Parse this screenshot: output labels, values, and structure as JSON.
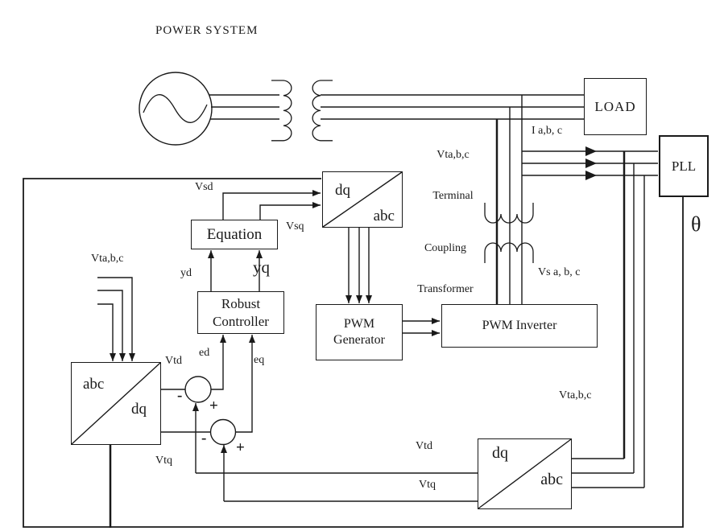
{
  "diagram": {
    "title": "POWER SYSTEM",
    "blocks": {
      "load": "LOAD",
      "pll": "PLL",
      "equation": "Equation",
      "robust_controller": [
        "Robust",
        "Controller"
      ],
      "pwm_generator": [
        "PWM",
        "Generator"
      ],
      "pwm_inverter": "PWM Inverter",
      "abc_dq_input": {
        "top_left": "abc",
        "bottom_right": "dq"
      },
      "dq_abc_modulation": {
        "top_left": "dq",
        "bottom_right": "abc"
      },
      "dq_abc_feedback": {
        "top_left": "dq",
        "bottom_right": "abc"
      }
    },
    "labels": {
      "terminal_voltage_line1": "Vta,b,c",
      "terminal_voltage_line2": "Terminal",
      "line_current": "I a,b, c",
      "coupling_line1": "Coupling",
      "coupling_line2": "Transformer",
      "inverter_voltage": "Vs a, b, c",
      "theta": "θ",
      "vsd": "Vsd",
      "vsq": "Vsq",
      "yd": "yd",
      "yq": "yq",
      "ed": "ed",
      "eq": "eq",
      "vtd_measured": "Vtd",
      "vtq_measured": "Vtq",
      "vtd_reference": "Vtd",
      "vtq_reference": "Vtq",
      "vta_input": "Vta,b,c",
      "vta_feedback": "Vta,b,c",
      "minus": "-",
      "plus": "+"
    },
    "colors": {
      "line": "#1a1a1a",
      "background": "#ffffff"
    }
  }
}
